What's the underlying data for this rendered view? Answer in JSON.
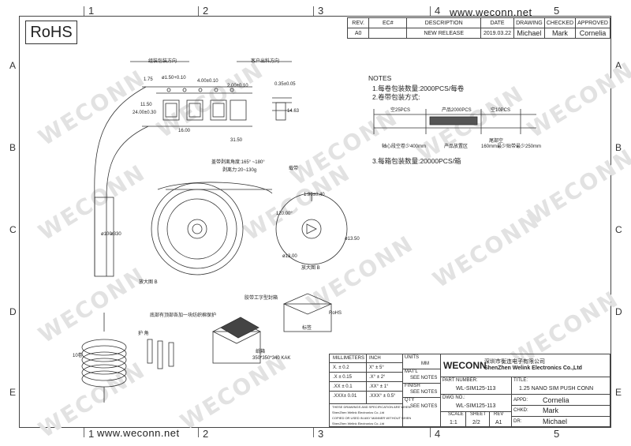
{
  "rohs": "RoHS",
  "website": "www.weconn.net",
  "columns": [
    "1",
    "2",
    "3",
    "4",
    "5"
  ],
  "rows": [
    "A",
    "B",
    "C",
    "D",
    "E"
  ],
  "revision_table": {
    "headers": [
      "REV.",
      "EC#",
      "DESCRIPTION",
      "DATE",
      "DRAWING",
      "CHECKED",
      "APPROVED"
    ],
    "row": [
      "A0",
      "",
      "NEW RELEASE",
      "2019.03.22",
      "Michael",
      "Mark",
      "Cornelia"
    ]
  },
  "watermark": "WECONN",
  "notes": {
    "title": "NOTES",
    "items": [
      "1.每卷包装数量:2000PCS/每卷",
      "2.卷带包装方式:",
      "3.每箱包装数量:20000PCS/箱"
    ]
  },
  "tape_diagram": {
    "seg_empty_start": "空25PCS",
    "seg_product": "产品2000PCS",
    "seg_empty_end": "空10PCS",
    "label_core": "轴心段空卷少400mm",
    "label_product": "产品放置区",
    "label_tail_1": "尾部空",
    "label_tail_2": "160mm最少贴带最少250mm"
  },
  "drawing": {
    "dir_packing": "组装包装方向",
    "dir_customer": "客户出料方向",
    "dims": [
      "4.00±0.10",
      "2.00±0.10",
      "0.35±0.05",
      "ø1.50+0.10",
      "1.75",
      "11.50",
      "24.00±0.30",
      "14.63",
      "16.00",
      "31.50",
      "ø100",
      "ø330",
      "1.90±0.40",
      "ø13.00",
      "120.00°",
      "ø13.50"
    ],
    "peel_angle": "盖带剥离角度:165° ~180°",
    "peel_force": "剥离力:20~130g",
    "carrier_tape": "载带",
    "detail_b": "放大图 B",
    "detail_b2": "放大图 B",
    "tape_seal": "胶带工字型封箱",
    "rohs_small": "RoHS",
    "label": "标签",
    "protect_note": "底部有顶部各加一块纺织棉保护",
    "corner": "护 角",
    "reel_count": "10卷",
    "carton": "纸箱",
    "carton_size": "350*350*340 KAK"
  },
  "title_block": {
    "units_hdr": [
      "MILLIMETERS",
      "INCH"
    ],
    "tolerances": [
      [
        "X.   ± 0.2",
        "X°   ± 5°"
      ],
      [
        ".X   ± 0.15",
        ".X°   ± 2°"
      ],
      [
        ".XX  ± 0.1",
        ".XX°  ± 1°"
      ],
      [
        ".XXX± 0.01",
        ".XXX° ± 0.5°"
      ]
    ],
    "units_label": "UNITS",
    "units_value": "MM",
    "matl_label": "MAT'L",
    "matl_value": "SEE NOTES",
    "finish_label": "FINISH",
    "finish_value": "SEE NOTES",
    "qty_label": "QTY",
    "qty_value": "SEE NOTES",
    "disclaimer": [
      "THESE DRAWINGS AND SPECIFICATION ARE WHEN",
      "ShenZhen Welink Electronics Co.,Ltd",
      "COPIED OR USED IN ANY MANNER WITHOUT WHEN",
      "ShenZhen Welink Electronics Co.,Ltd"
    ],
    "company_logo": "WECONN",
    "company_cn": "深圳市衡连电子有限公司",
    "company_en": "ShenZhen Welink Electronics Co.,Ltd",
    "part_number_label": "PART NUMBER:",
    "part_number": "WL-SIM125-113",
    "title_label": "TITLE:",
    "title": "1.25 NANO SIM PUSH CONN",
    "dwg_label": "DWG NO.:",
    "dwg_no": "WL-SIM125-113",
    "appd_label": "APPD:",
    "appd": "Cornelia",
    "chkd_label": "CHKD:",
    "chkd": "Mark",
    "dr_label": "DR:",
    "dr": "Michael",
    "scale_label": "SCALE",
    "scale": "1:1",
    "sheet_label": "SHEET",
    "sheet": "2/2",
    "rev_label": "REV",
    "rev": "A1"
  }
}
